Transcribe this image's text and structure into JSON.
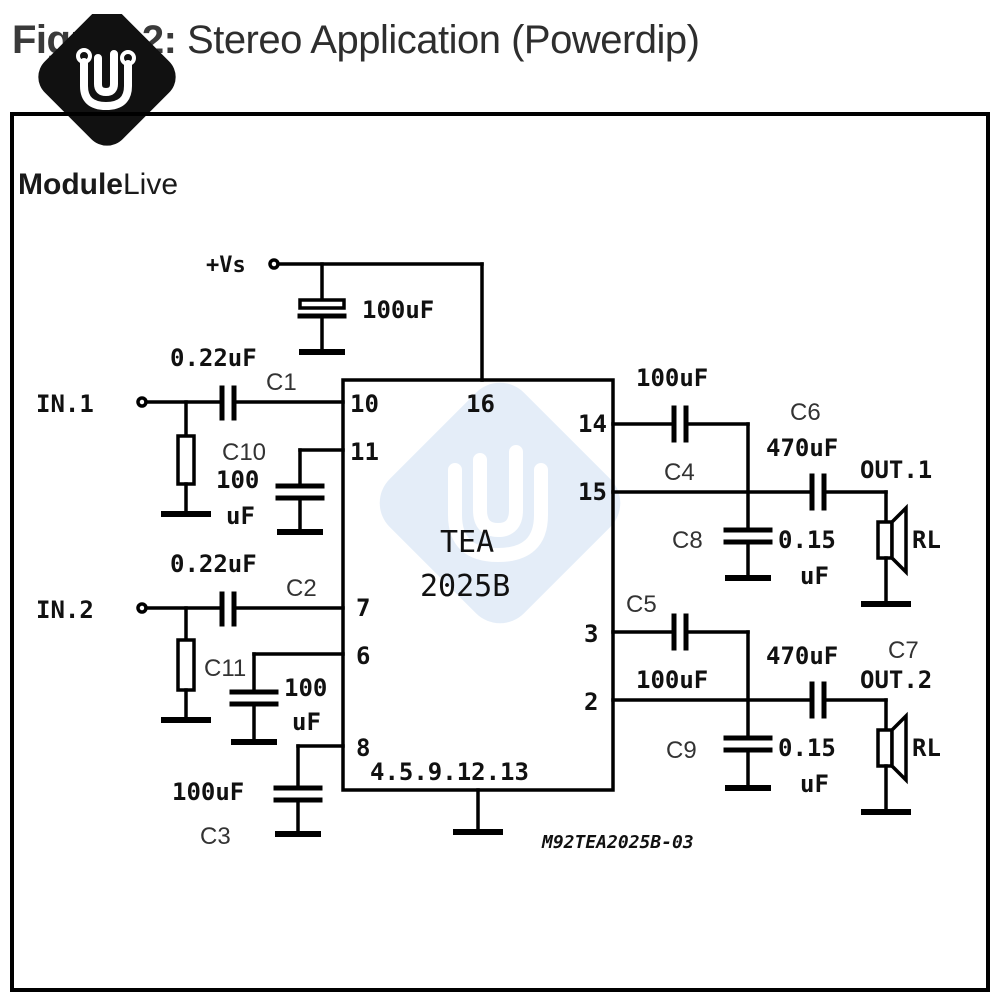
{
  "figure": {
    "title_prefix": "Figure 2:",
    "title_rest": " Stereo Application (Powerdip)"
  },
  "watermark": {
    "brand_bold": "Module",
    "brand_light": "Live",
    "colors": {
      "badge": "#111111",
      "watermark": "#cfe0f3"
    }
  },
  "supply": {
    "label": "+Vs"
  },
  "ic": {
    "name_line1": "TEA",
    "name_line2": "2025B",
    "pins": {
      "p10": "10",
      "p16": "16",
      "p11": "11",
      "p7": "7",
      "p6": "6",
      "p8": "8",
      "p14": "14",
      "p15": "15",
      "p3": "3",
      "p2": "2",
      "ground": "4.5.9.12.13"
    }
  },
  "inputs": {
    "in1": "IN.1",
    "in2": "IN.2"
  },
  "outputs": {
    "out1": "OUT.1",
    "out2": "OUT.2"
  },
  "components": {
    "supply_cap_value": "100uF",
    "c1_value": "0.22uF",
    "c1_name": "C1",
    "c2_value": "0.22uF",
    "c2_name": "C2",
    "c10_name": "C10",
    "c10_value_a": "100",
    "c10_value_b": "uF",
    "c11_name": "C11",
    "c11_value_a": "100",
    "c11_value_b": "uF",
    "c3_value": "100uF",
    "c3_name": "C3",
    "c4_value": "100uF",
    "c4_name": "C4",
    "c5_name": "C5",
    "c5_value": "100uF",
    "c6_name": "C6",
    "c6_value": "470uF",
    "c7_name": "C7",
    "c7_value": "470uF",
    "c8_name": "C8",
    "c8_value_a": "0.15",
    "c8_value_b": "uF",
    "c9_name": "C9",
    "c9_value_a": "0.15",
    "c9_value_b": "uF",
    "rl1": "RL",
    "rl2": "RL"
  },
  "drawing_code": "M92TEA2025B-03"
}
